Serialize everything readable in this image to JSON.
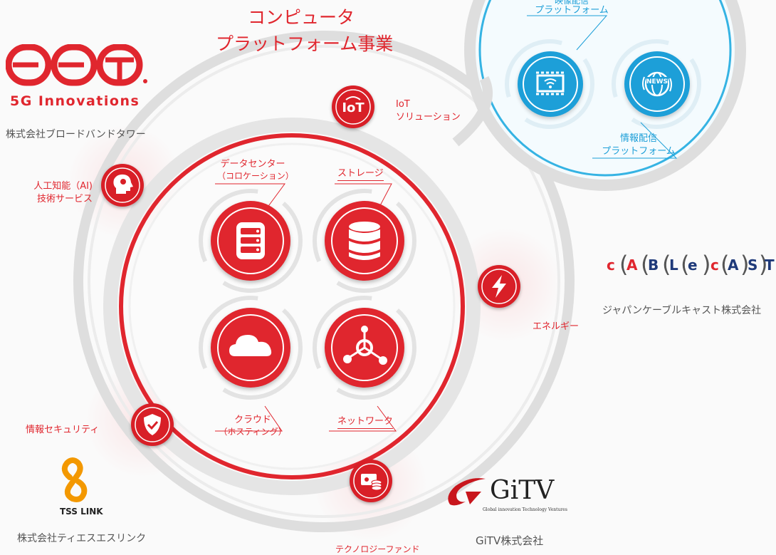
{
  "header": {
    "title_line1": "コンピュータ",
    "title_line2": "プラットフォーム事業"
  },
  "colors": {
    "accent_red": "#e0262e",
    "accent_blue": "#1d9fd8",
    "ring_grey": "#d5d5d5"
  },
  "services": {
    "datacenter_l1": "データセンター",
    "datacenter_l2": "（コロケーション）",
    "storage": "ストレージ",
    "cloud_l1": "クラウド",
    "cloud_l2": "（ホスティング）",
    "network": "ネットワーク"
  },
  "satellites": {
    "iot_l1": "IoT",
    "iot_l2": "ソリューション",
    "ai_l1": "人工知能（AI)",
    "ai_l2": "技術サービス",
    "energy": "エネルギー",
    "security": "情報セキュリティ",
    "fund": "テクノロジーファンド"
  },
  "platform": {
    "top_label_partial": "映像配信",
    "top_label_l2": "プラットフォーム",
    "bottom_label_l1": "情報配信",
    "bottom_label_l2": "プラットフォーム",
    "news_badge": "NEWS"
  },
  "companies": {
    "bbt_logo": "BBT",
    "bbt_tagline": "5G Innovations",
    "bbt_name": "株式会社ブロードバンドタワー",
    "tss_logo": "TSS LINK",
    "tss_name": "株式会社ティエスエスリンク",
    "gitv_logo": "GiTV",
    "gitv_tagline": "Global innovation Technology Ventures",
    "gitv_name": "GiTV株式会社",
    "cablecast_logo": [
      "c",
      "A",
      "B",
      "L",
      "e",
      "c",
      "A",
      "S",
      "T"
    ],
    "cablecast_name": "ジャパンケーブルキャスト株式会社"
  },
  "icons": [
    "iot-icon",
    "ai-head-icon",
    "energy-bolt-icon",
    "security-shield-icon",
    "fund-icon",
    "server-icon",
    "database-icon",
    "cloud-icon",
    "network-icon",
    "video-wifi-icon",
    "news-globe-icon"
  ]
}
